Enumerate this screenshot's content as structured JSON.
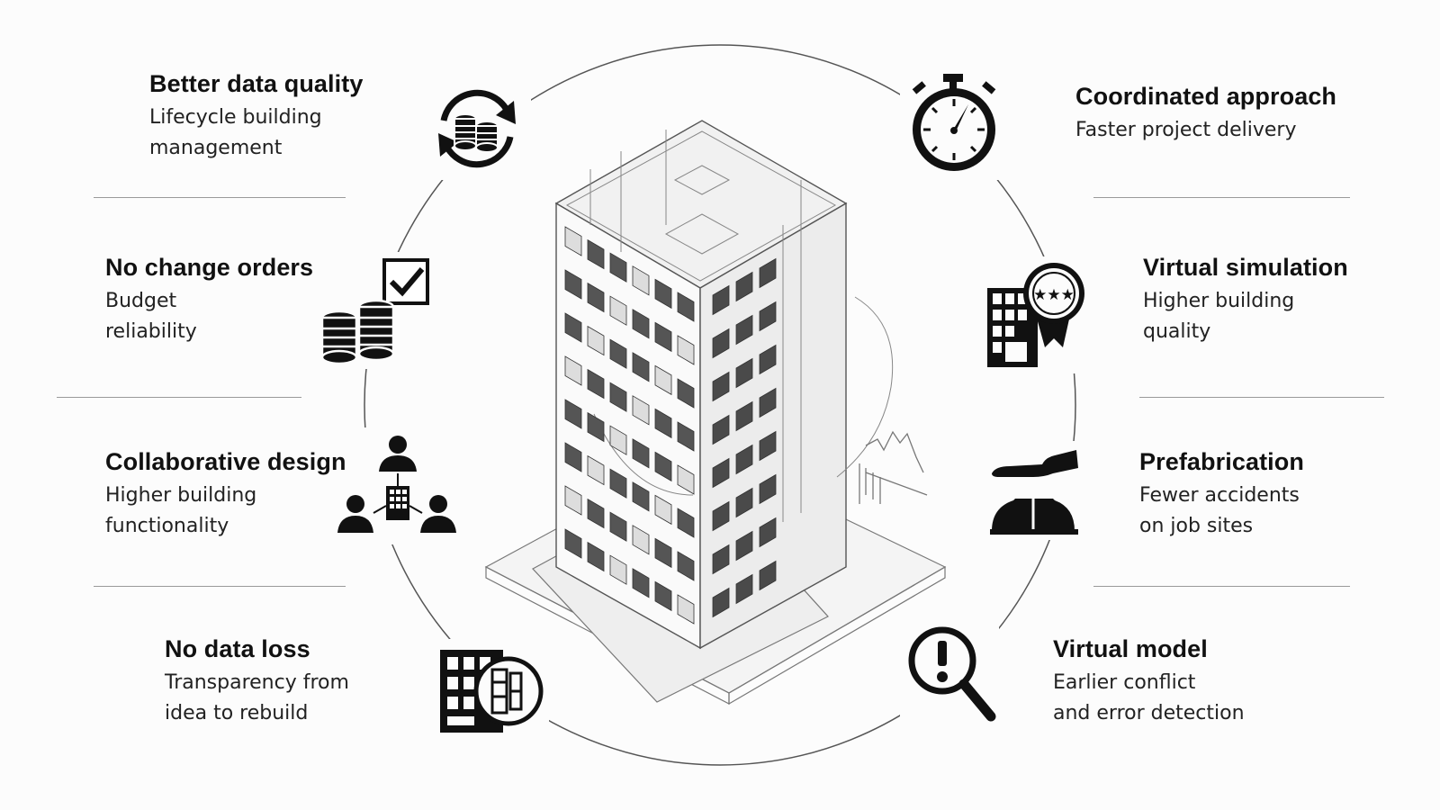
{
  "benefits": {
    "data_quality": {
      "title": "Better data quality",
      "line1": "Lifecycle building",
      "line2": "management",
      "icon": "data-cycle-icon"
    },
    "change_orders": {
      "title": "No change orders",
      "line1": "Budget",
      "line2": "reliability",
      "icon": "coins-checkbox-icon"
    },
    "collaborative": {
      "title": "Collaborative design",
      "line1": "Higher building",
      "line2": "functionality",
      "icon": "team-network-icon"
    },
    "data_loss": {
      "title": "No data loss",
      "line1": "Transparency from",
      "line2": "idea to rebuild",
      "icon": "building-plan-magnifier-icon"
    },
    "coordinated": {
      "title": "Coordinated approach",
      "line1": "Faster project delivery",
      "icon": "stopwatch-icon"
    },
    "simulation": {
      "title": "Virtual simulation",
      "line1": "Higher building",
      "line2": "quality",
      "icon": "building-award-icon"
    },
    "prefab": {
      "title": "Prefabrication",
      "line1": "Fewer accidents",
      "line2": "on job sites",
      "icon": "hand-hardhat-icon"
    },
    "virtual_model": {
      "title": "Virtual model",
      "line1": "Earlier conflict",
      "line2": "and error detection",
      "icon": "alert-magnifier-icon"
    }
  },
  "center": {
    "icon": "isometric-building-icon"
  },
  "colors": {
    "ink": "#111111",
    "line": "#9a9a9a",
    "background": "#fcfcfc"
  }
}
